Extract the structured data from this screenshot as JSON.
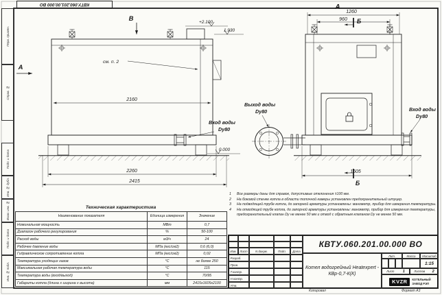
{
  "corner_stamp": "КВТУ.060.201.00.000 ВО",
  "margin_labels": [
    "Перв. примен.",
    "Справ. №",
    "Подп. и дата",
    "Инв. № дубл.",
    "Взам. инв. №",
    "Подп. и дата",
    "Инв. № подл."
  ],
  "drawing": {
    "view_arrow_a": "А",
    "view_arrow_b": "В",
    "view_title_a": "А",
    "section_label_b_top": "Б",
    "section_label_b_bottom": "Б",
    "see_note_ref": "см. п. 2",
    "elevation_top": "+2.100",
    "elevation_boiler_top": "1.930",
    "elevation_ground": "0.000",
    "front_dim_inner": "2160",
    "front_dim_base": "2260",
    "front_dim_overall": "2415",
    "side_dim_top": "1260",
    "side_dim_top2": "960",
    "side_dim_base": "1605",
    "outlet_label_1": "Выход воды",
    "outlet_label_2": "Dу80",
    "inlet_front_label_1": "Вход воды",
    "inlet_front_label_2": "Dу80",
    "inlet_side_label_1": "Вход воды",
    "inlet_side_label_2": "Dу80"
  },
  "tech_table": {
    "title": "Техническая характеристика",
    "col_name": "Наименование показателя",
    "col_unit": "Единица измерения",
    "col_value": "Значение",
    "rows": [
      {
        "name": "Номинальная мощность",
        "unit": "МВт",
        "value": "0,7"
      },
      {
        "name": "Диапазон рабочего регулирования",
        "unit": "%",
        "value": "50-100"
      },
      {
        "name": "Расход воды",
        "unit": "м3/ч",
        "value": "24"
      },
      {
        "name": "Рабочее давление воды",
        "unit": "МПа (кгс/см2)",
        "value": "0,6 (6,0)"
      },
      {
        "name": "Гидравлическое сопротивление котла",
        "unit": "МПа (кгс/см2)",
        "value": "0,02"
      },
      {
        "name": "Температура уходящих газов",
        "unit": "°С",
        "value": "не более 250"
      },
      {
        "name": "Максимальная рабочая температура воды",
        "unit": "°С",
        "value": "115"
      },
      {
        "name": "Температура воды (вход/выход)",
        "unit": "°С",
        "value": "70/95"
      },
      {
        "name": "Габариты котла (длина х ширина х высота)",
        "unit": "мм",
        "value": "2415х1605х2100"
      }
    ]
  },
  "notes": [
    {
      "num": "1",
      "text": "Все размеры даны для справок, допустимые отклонения ±100 мм."
    },
    {
      "num": "2",
      "text": "На боковой стенке котла в области топочной камеры установлен предохранительный штуцер."
    },
    {
      "num": "3",
      "text": "На подводящей трубе котла, до запорной арматуры установлены: манометр, прибор для измерения температуры."
    },
    {
      "num": "4",
      "text": "На отводящей трубе котла, до запорной арматуры установлены: манометр, прибор для измерения температуры, предохранительный клапан Dу не менее 50 мм и отвод с обратным клапаном Dу не менее 50 мм."
    }
  ],
  "title_block": {
    "doc_number": "КВТУ.060.201.00.000 ВО",
    "product_name": "Котел водогрейный Heatexpert - КВр-0,7-К(К)",
    "col_izm": "Изм.",
    "col_list": "Лист",
    "col_docnum": "N докум.",
    "col_podp": "Подп.",
    "col_data": "Дата",
    "row_razrab": "Разраб.",
    "row_prov": "Пров.",
    "row_tkontr": "Т.контр.",
    "row_nkontr": "Н.контр.",
    "row_utv": "Утв.",
    "lit_label": "Лит.",
    "mass_label": "Масса",
    "scale_label": "Масштаб",
    "scale_value": "1:15",
    "sheet_label": "Лист",
    "sheet_value": "1",
    "sheets_label": "Листов",
    "sheets_value": "2",
    "logo_text": "KVZR",
    "logo_sub1": "КОТЕЛЬНЫЙ",
    "logo_sub2": "ЗАВОД РЭП",
    "copied_label": "Копировал",
    "format_label": "Формат А3"
  }
}
